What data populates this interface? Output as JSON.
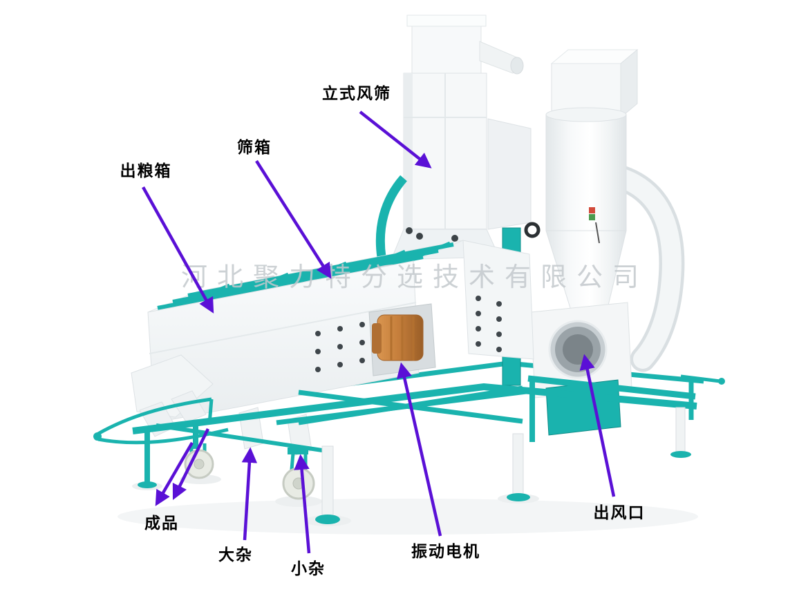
{
  "watermark": {
    "text": "河北聚力特分选技术有限公司"
  },
  "labels": {
    "vertical_air_screen": "立式风筛",
    "sieve_box": "筛箱",
    "grain_outlet_box": "出粮箱",
    "finished_product": "成品",
    "large_impurities": "大杂",
    "small_impurities": "小杂",
    "vibration_motor": "振动电机",
    "air_outlet": "出风口"
  },
  "colors": {
    "arrow": "#5a10d6",
    "frame_teal": "#1ab3ae",
    "machine_white": "#f6f8f9",
    "motor_orange": "#c87f3f",
    "label_text": "#000000",
    "watermark_gray": "#c4c9cd"
  }
}
